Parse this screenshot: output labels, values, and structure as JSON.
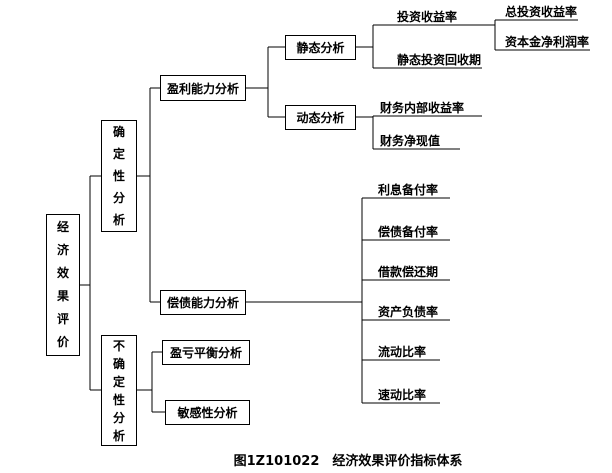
{
  "caption": "图1Z101022　经济效果评价指标体系",
  "colors": {
    "line": "#000000",
    "background": "#ffffff",
    "text": "#000000"
  },
  "tree": {
    "label": "经济效果评价",
    "children": [
      {
        "label": "确定性分析",
        "children": [
          {
            "label": "盈利能力分析",
            "children": [
              {
                "label": "静态分析",
                "children": [
                  {
                    "label": "投资收益率",
                    "children": [
                      {
                        "label": "总投资收益率"
                      },
                      {
                        "label": "资本金净利润率"
                      }
                    ]
                  },
                  {
                    "label": "静态投资回收期"
                  }
                ]
              },
              {
                "label": "动态分析",
                "children": [
                  {
                    "label": "财务内部收益率"
                  },
                  {
                    "label": "财务净现值"
                  }
                ]
              }
            ]
          },
          {
            "label": "偿债能力分析",
            "children": [
              {
                "label": "利息备付率"
              },
              {
                "label": "偿债备付率"
              },
              {
                "label": "借款偿还期"
              },
              {
                "label": "资产负债率"
              },
              {
                "label": "流动比率"
              },
              {
                "label": "速动比率"
              }
            ]
          }
        ]
      },
      {
        "label": "不确定性分析",
        "children": [
          {
            "label": "盈亏平衡分析"
          },
          {
            "label": "敏感性分析"
          }
        ]
      }
    ]
  }
}
